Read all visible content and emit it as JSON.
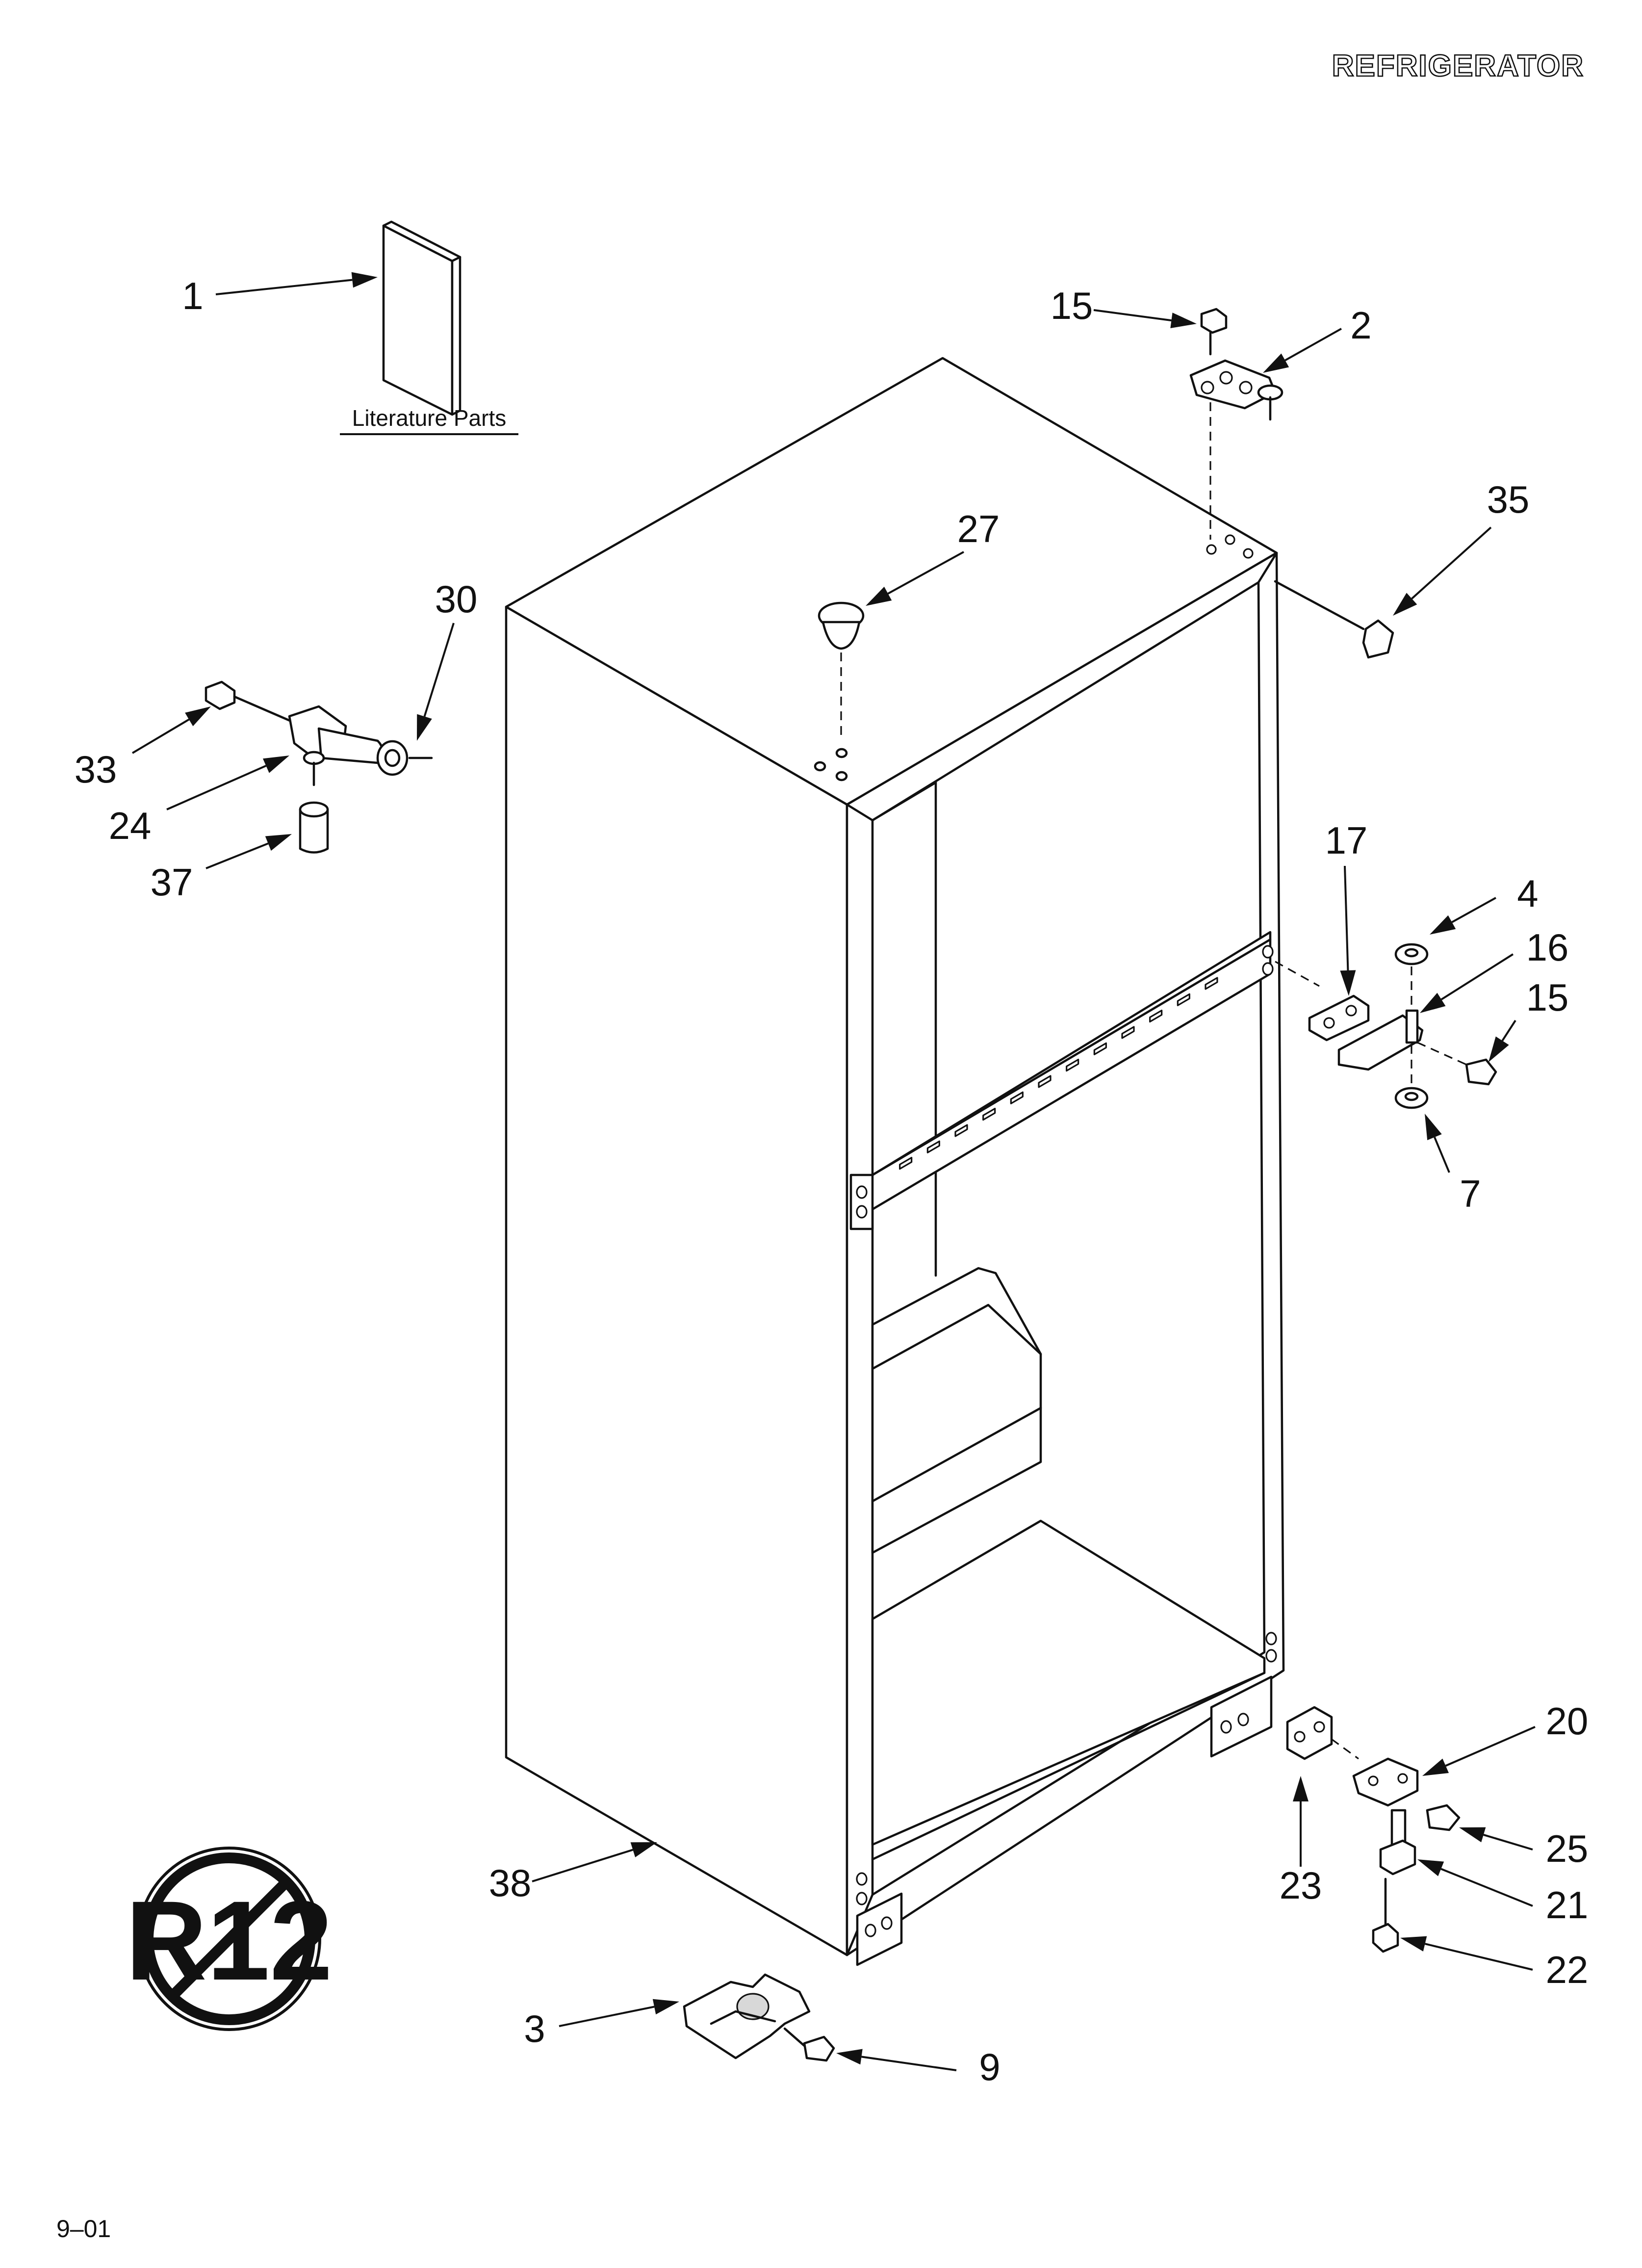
{
  "header": {
    "category": "REFRIGERATOR"
  },
  "literature": {
    "label": "Literature Parts"
  },
  "badge": {
    "text": "R12"
  },
  "footer": {
    "date_code": "9–01"
  },
  "callouts": [
    {
      "id": "c1",
      "label": "1"
    },
    {
      "id": "c15-top",
      "label": "15"
    },
    {
      "id": "c2",
      "label": "2"
    },
    {
      "id": "c35",
      "label": "35"
    },
    {
      "id": "c27",
      "label": "27"
    },
    {
      "id": "c30",
      "label": "30"
    },
    {
      "id": "c33",
      "label": "33"
    },
    {
      "id": "c24",
      "label": "24"
    },
    {
      "id": "c37",
      "label": "37"
    },
    {
      "id": "c17",
      "label": "17"
    },
    {
      "id": "c4",
      "label": "4"
    },
    {
      "id": "c16",
      "label": "16"
    },
    {
      "id": "c15-mid",
      "label": "15"
    },
    {
      "id": "c7",
      "label": "7"
    },
    {
      "id": "c20",
      "label": "20"
    },
    {
      "id": "c25",
      "label": "25"
    },
    {
      "id": "c21",
      "label": "21"
    },
    {
      "id": "c22",
      "label": "22"
    },
    {
      "id": "c23",
      "label": "23"
    },
    {
      "id": "c38",
      "label": "38"
    },
    {
      "id": "c3",
      "label": "3"
    },
    {
      "id": "c9",
      "label": "9"
    }
  ]
}
